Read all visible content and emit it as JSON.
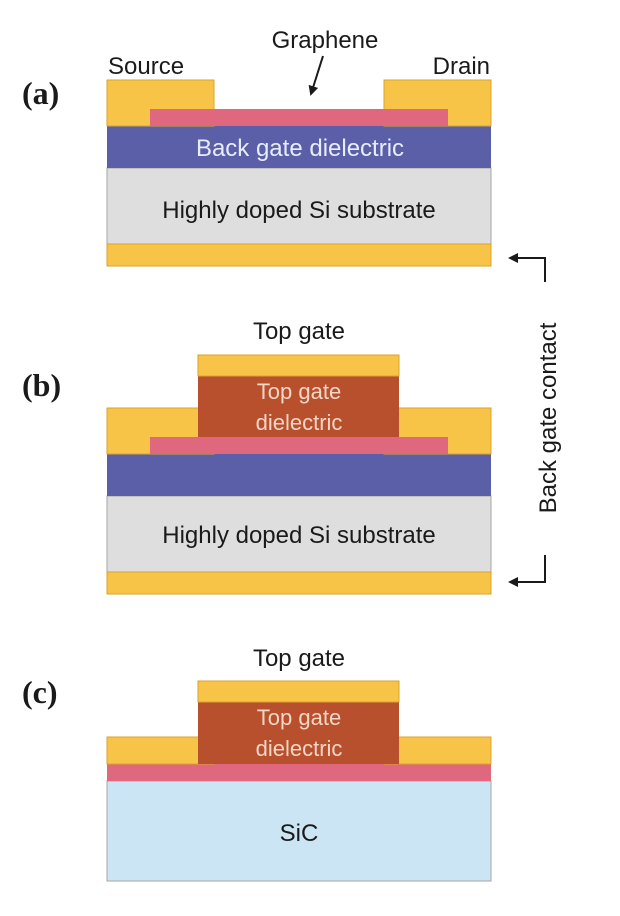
{
  "panels": {
    "a": {
      "label": "(a)",
      "source": "Source",
      "drain": "Drain",
      "graphene": "Graphene",
      "dielectric": "Back gate dielectric",
      "substrate": "Highly doped Si substrate"
    },
    "b": {
      "label": "(b)",
      "top_gate": "Top gate",
      "top_dielectric_1": "Top gate",
      "top_dielectric_2": "dielectric",
      "substrate": "Highly doped Si substrate"
    },
    "c": {
      "label": "(c)",
      "top_gate": "Top gate",
      "top_dielectric_1": "Top gate",
      "top_dielectric_2": "dielectric",
      "substrate": "SiC"
    }
  },
  "back_gate_contact": "Back gate contact",
  "colors": {
    "metal": "#f7c447",
    "graphene": "#e0687e",
    "back_dielectric": "#5b5fa8",
    "top_dielectric": "#b8502d",
    "si_substrate": "#dedede",
    "sic_substrate": "#cce5f4",
    "outline": "#a5a5a5",
    "dark_text": "#1a1a1a",
    "light_text": "#e8ecff",
    "dielectric_text": "#f3d6c6"
  }
}
